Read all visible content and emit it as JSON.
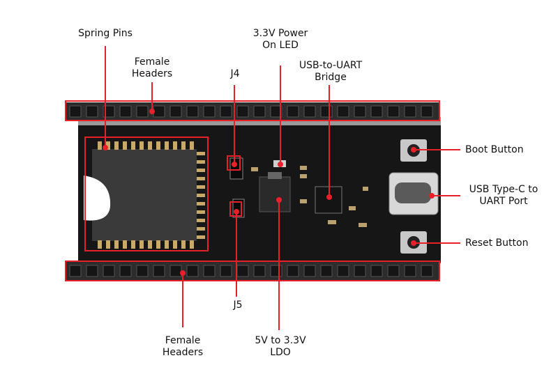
{
  "labels": {
    "spring_pins": "Spring Pins",
    "female_headers_top": [
      "Female",
      "Headers"
    ],
    "j4": "J4",
    "power_led": [
      "3.3V Power",
      "On LED"
    ],
    "usb_uart_bridge": [
      "USB-to-UART",
      "Bridge"
    ],
    "boot_button": "Boot Button",
    "usb_typec": [
      "USB Type-C to",
      "UART Port"
    ],
    "reset_button": "Reset Button",
    "j5": "J5",
    "female_headers_bottom": [
      "Female",
      "Headers"
    ],
    "ldo": [
      "5V to 3.3V",
      "LDO"
    ]
  },
  "colors": {
    "callout": "#e8202a",
    "pcb": "#1b1b1b",
    "header": "#2a2a2a",
    "module": "#2e2e2e"
  }
}
